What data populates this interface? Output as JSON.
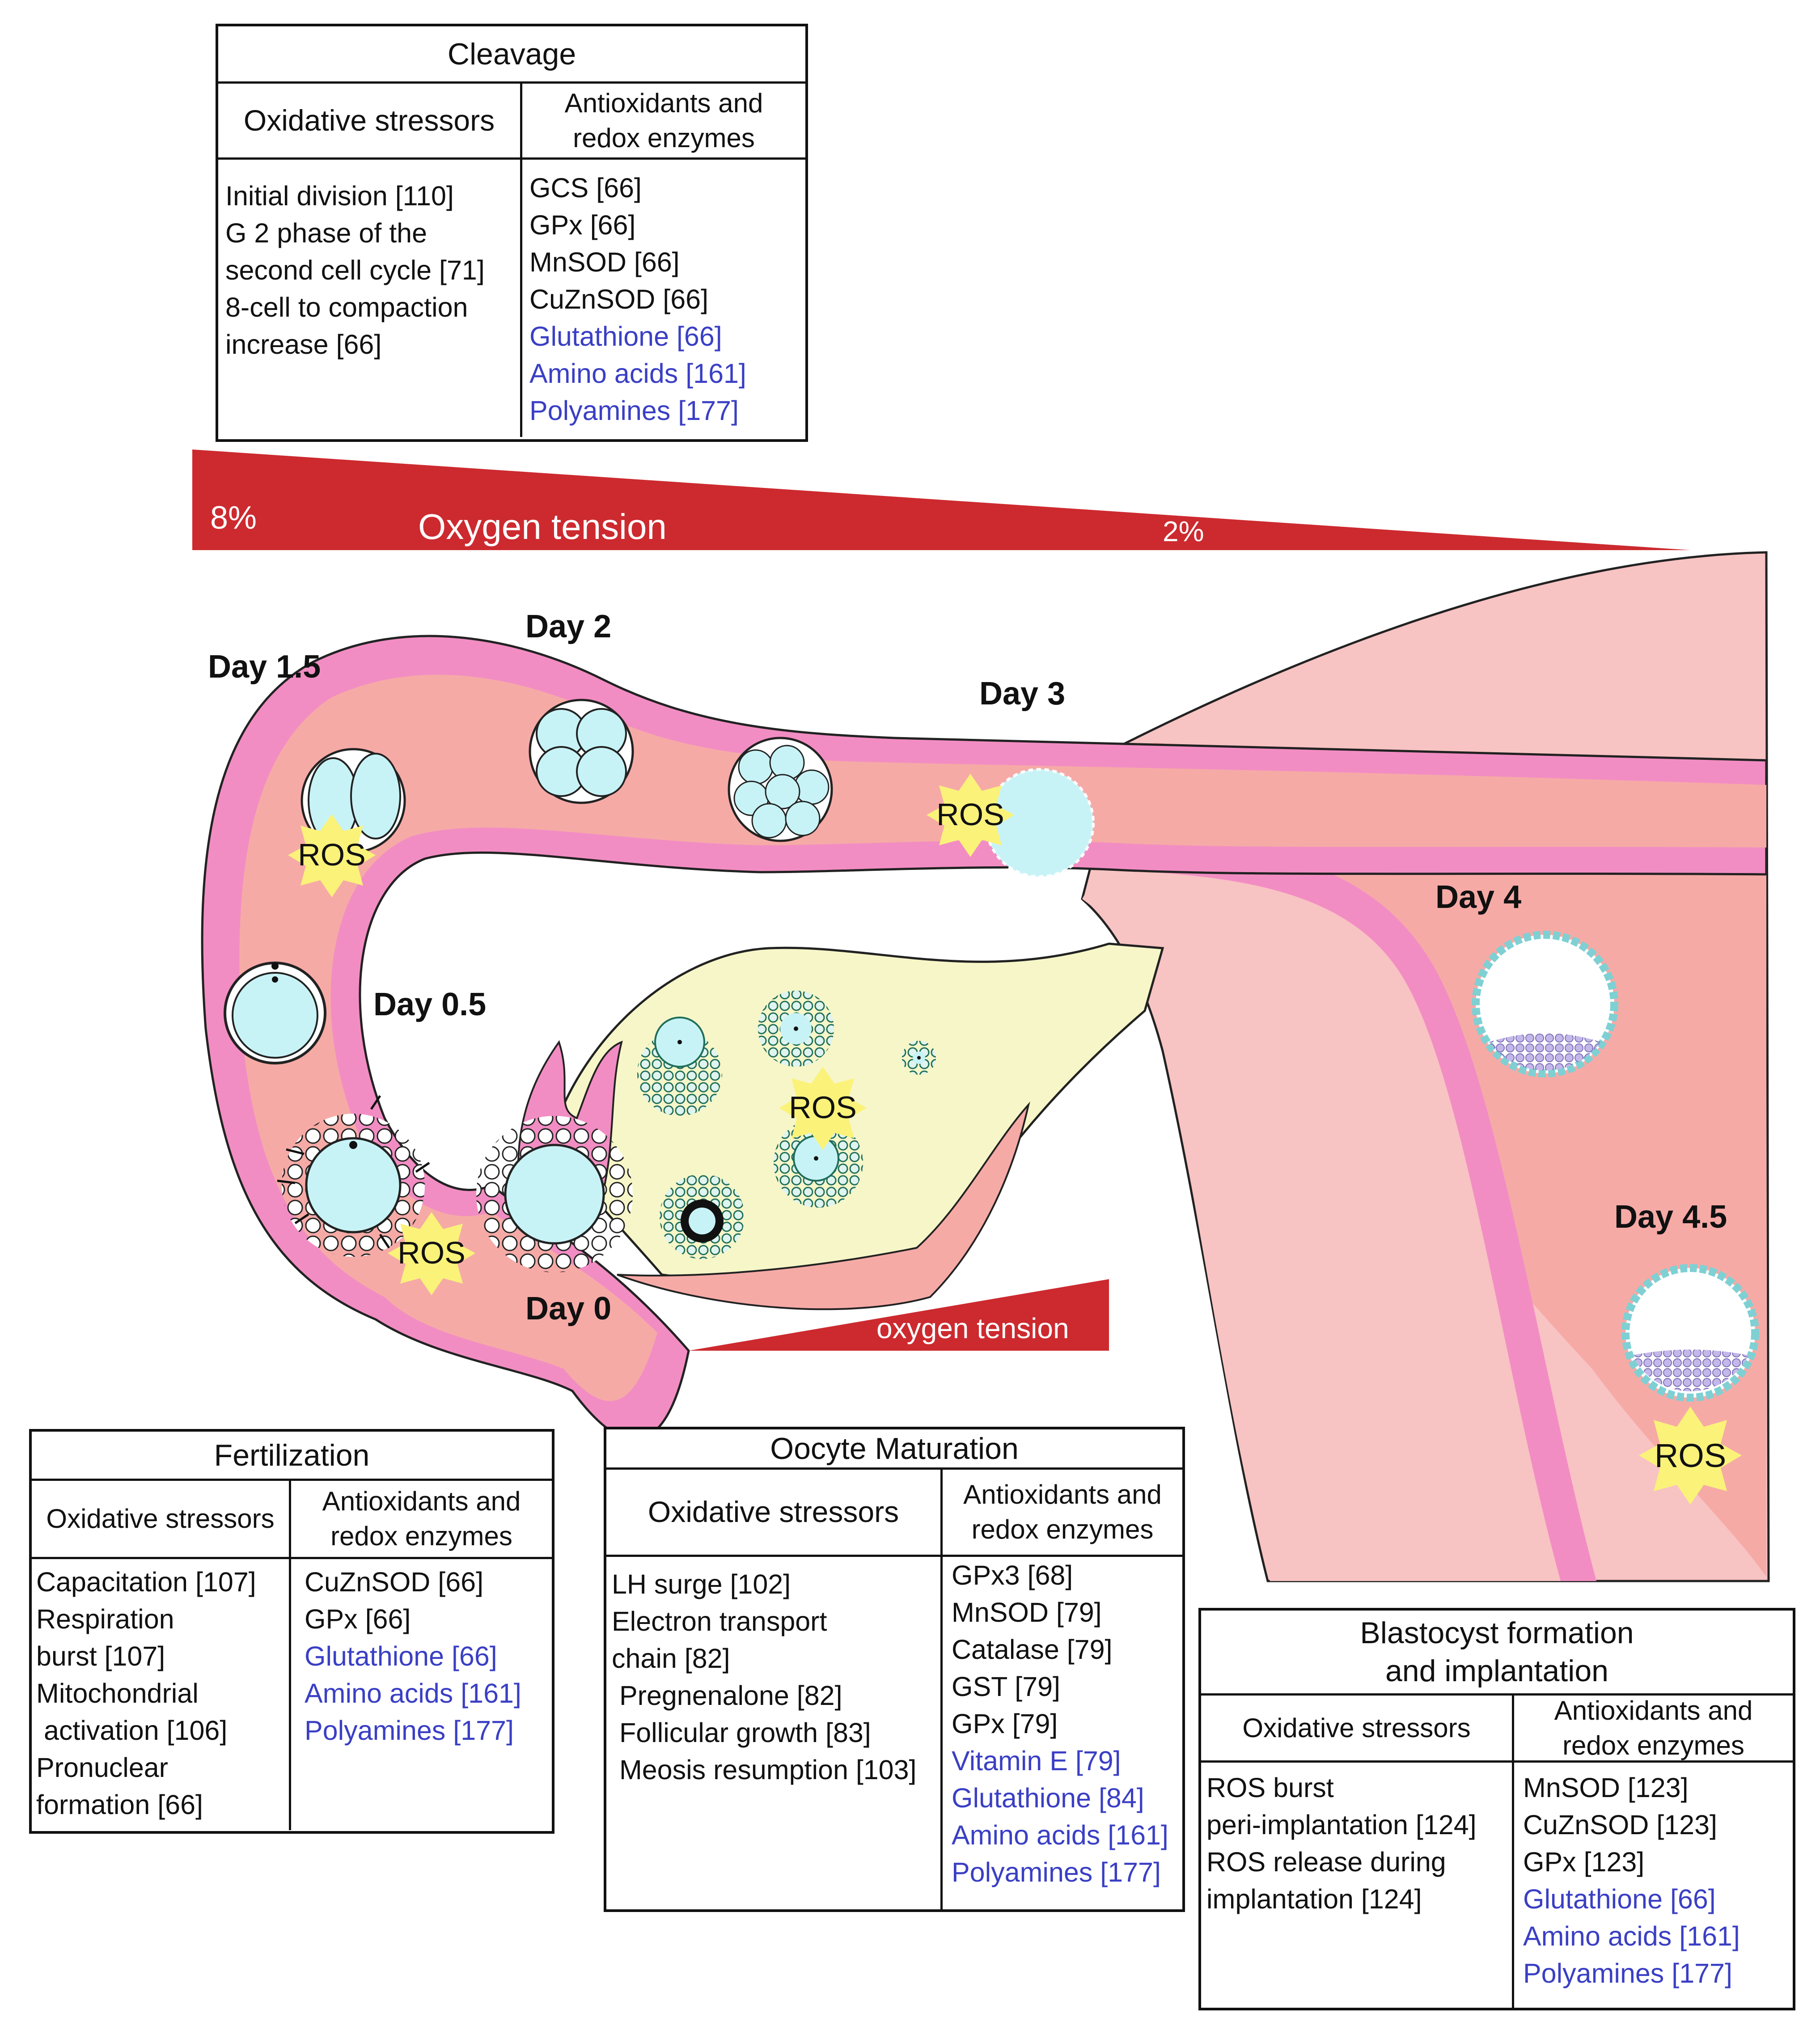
{
  "oxygen_gradient_top": {
    "label": "Oxygen tension",
    "start_value": "8%",
    "end_value": "2%"
  },
  "oxygen_gradient_ovary": {
    "label": "oxygen tension"
  },
  "day_labels": [
    "Day 0",
    "Day 0.5",
    "Day 1.5",
    "Day 2",
    "Day 3",
    "Day 4",
    "Day 4.5"
  ],
  "ros_label": "ROS",
  "colors": {
    "tube_wall": "#f28dc3",
    "tube_lumen": "#f6aaa6",
    "uterus": "#f8c3c3",
    "ovary": "#f6f6c8",
    "embryo_cell": "#c8f3f6",
    "inner_cell_mass": "#c4b8ea",
    "gradient": "#cc2a2f",
    "ros_star": "#fbf27a",
    "blue_text": "#3a3fc4"
  },
  "tables": {
    "cleavage": {
      "title": "Cleavage",
      "stressor_header": "Oxidative stressors",
      "antioxidant_header_line1": "Antioxidants and",
      "antioxidant_header_line2": "redox enzymes",
      "stressors": [
        "Initial division [110]",
        "G 2 phase of the",
        "second cell cycle [71]",
        "8-cell to compaction",
        "increase [66]"
      ],
      "enzymes": [
        "GCS [66]",
        "GPx [66]",
        "MnSOD [66]",
        "CuZnSOD [66]"
      ],
      "nutrients": [
        "Glutathione [66]",
        "Amino acids [161]",
        "Polyamines [177]"
      ]
    },
    "fertilization": {
      "title": "Fertilization",
      "stressor_header": "Oxidative stressors",
      "antioxidant_header_line1": "Antioxidants and",
      "antioxidant_header_line2": "redox enzymes",
      "stressors": [
        "Capacitation [107]",
        "Respiration",
        "burst [107]",
        "Mitochondrial",
        " activation [106]",
        "Pronuclear",
        "formation [66]"
      ],
      "enzymes": [
        "CuZnSOD [66]",
        "GPx [66]"
      ],
      "nutrients": [
        "Glutathione [66]",
        "Amino acids [161]",
        "Polyamines [177]"
      ]
    },
    "oocyte": {
      "title": "Oocyte Maturation",
      "stressor_header": "Oxidative stressors",
      "antioxidant_header_line1": "Antioxidants and",
      "antioxidant_header_line2": "redox enzymes",
      "stressors": [
        "LH surge [102]",
        "Electron transport",
        "chain [82]",
        " Pregnenalone [82]",
        " Follicular growth [83]",
        " Meosis resumption [103]"
      ],
      "enzymes": [
        "GPx3 [68]",
        "MnSOD [79]",
        "Catalase [79]",
        "GST [79]",
        "GPx [79]"
      ],
      "nutrients": [
        "Vitamin E [79]",
        "Glutathione [84]",
        "Amino acids [161]",
        "Polyamines [177]"
      ]
    },
    "blastocyst": {
      "title_line1": "Blastocyst formation",
      "title_line2": "and implantation",
      "stressor_header": "Oxidative stressors",
      "antioxidant_header_line1": "Antioxidants and",
      "antioxidant_header_line2": "redox enzymes",
      "stressors": [
        "ROS burst",
        "peri-implantation [124]",
        "ROS release during",
        "implantation [124]"
      ],
      "enzymes": [
        "MnSOD [123]",
        "CuZnSOD [123]",
        "GPx [123]"
      ],
      "nutrients": [
        "Glutathione [66]",
        "Amino acids [161]",
        "Polyamines [177]"
      ]
    }
  }
}
